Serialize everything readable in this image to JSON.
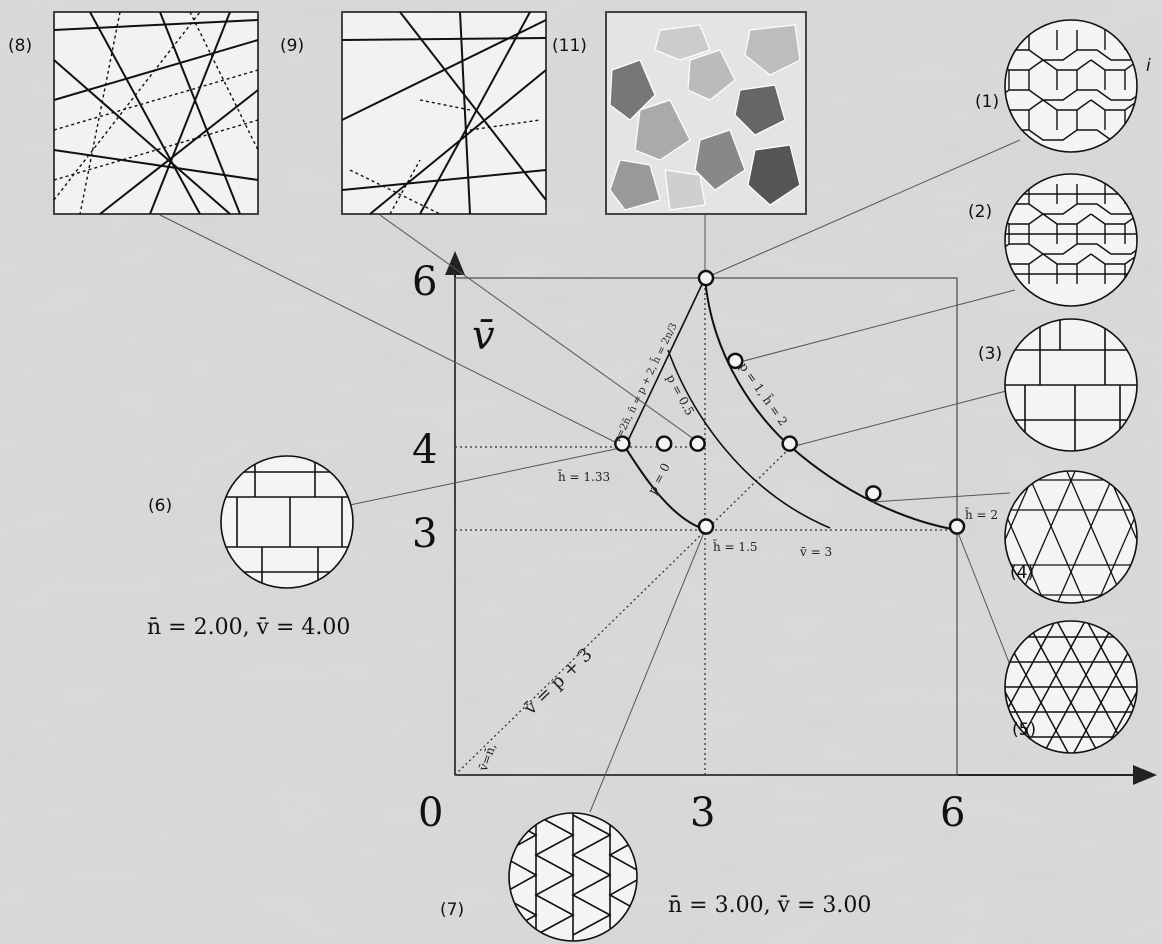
{
  "panel_labels": {
    "p1": "(1)",
    "p2": "(2)",
    "p3": "(3)",
    "p4": "(4)",
    "p5": "(5)",
    "p6": "(6)",
    "p7": "(7)",
    "p8": "(8)",
    "p9": "(9)",
    "p11": "(11)"
  },
  "edge_glyph": "i",
  "axes": {
    "x_ticks": [
      "0",
      "3",
      "6"
    ],
    "y_ticks": [
      "6",
      "4",
      "3"
    ],
    "y_label": "v̄"
  },
  "annotations": {
    "h133": "h̄ = 1.33",
    "h15": "h̄ = 1.5",
    "h2": "h̄ = 2",
    "v3": "v̄ = 3",
    "p0": "p = 0",
    "p05": "p = 0.5",
    "p1h2": "p = 1, h̄ = 2",
    "v2n": "v=2n̄, n̄ = p + 2, h̄ = 2n/3",
    "vpn": "v̄=n̄,",
    "vp3": "v̄ = p + 3"
  },
  "captions": {
    "c6": "n̄ = 2.00, v̄ = 4.00",
    "c7": "n̄ = 3.00, v̄ = 3.00"
  },
  "chart_data": {
    "type": "scatter",
    "xlim": [
      0,
      6
    ],
    "ylim": [
      0,
      6
    ],
    "x_ticks": [
      0,
      3,
      6
    ],
    "y_ticks": [
      3,
      4,
      6
    ],
    "points": [
      {
        "x": 3,
        "y": 6
      },
      {
        "x": 3.35,
        "y": 5.0
      },
      {
        "x": 4.0,
        "y": 4.0
      },
      {
        "x": 5.0,
        "y": 3.4
      },
      {
        "x": 6,
        "y": 3
      },
      {
        "x": 2,
        "y": 4
      },
      {
        "x": 2.5,
        "y": 4
      },
      {
        "x": 2.9,
        "y": 4
      },
      {
        "x": 3,
        "y": 3
      }
    ]
  }
}
